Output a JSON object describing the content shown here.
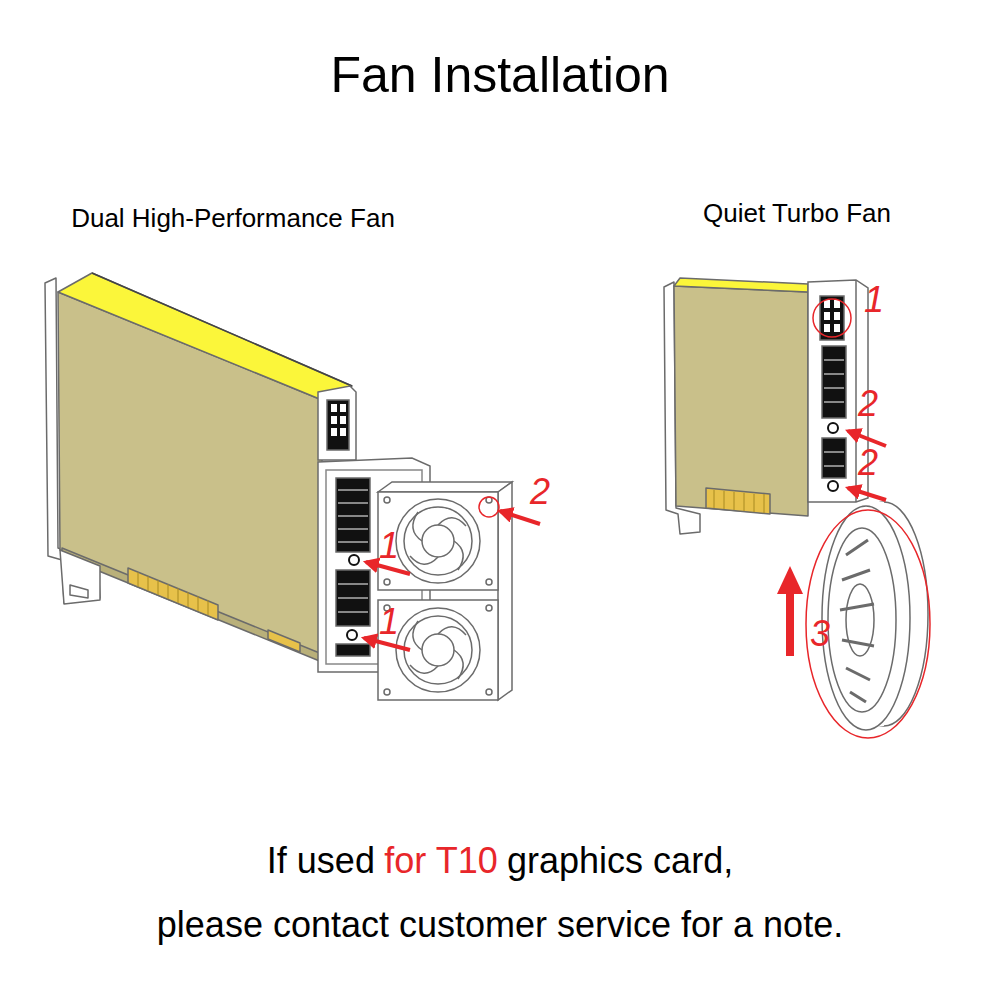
{
  "diagram": {
    "title": "Fan Installation",
    "labels": [
      "Dual High-Performance Fan",
      "Quiet Turbo Fan",
      "1",
      "1",
      "2",
      "1",
      "2",
      "2",
      "3",
      "If used",
      "for T10",
      "graphics card,",
      "please contact customer service for a note."
    ]
  }
}
